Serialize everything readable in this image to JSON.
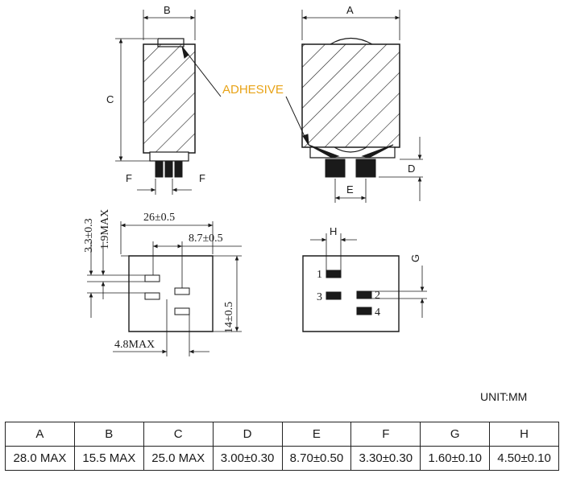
{
  "drawing": {
    "labels": {
      "A": "A",
      "B": "B",
      "C": "C",
      "D": "D",
      "E": "E",
      "F": "F",
      "G": "G",
      "H": "H",
      "adhesive": "ADHESIVE",
      "dim_33": "3.3±0.3",
      "dim_19": "1.9MAX",
      "dim_26": "26±0.5",
      "dim_87": "8.7±0.5",
      "dim_14": "14±0.5",
      "dim_48": "4.8MAX"
    },
    "pins": [
      "1",
      "2",
      "3",
      "4"
    ]
  },
  "unit": "UNIT:MM",
  "table": {
    "headers": [
      "A",
      "B",
      "C",
      "D",
      "E",
      "F",
      "G",
      "H"
    ],
    "values": [
      "28.0 MAX",
      "15.5 MAX",
      "25.0 MAX",
      "3.00±0.30",
      "8.70±0.50",
      "3.30±0.30",
      "1.60±0.10",
      "4.50±0.10"
    ]
  },
  "colors": {
    "adhesive": "#e8a317",
    "line": "#1a1a1a"
  }
}
